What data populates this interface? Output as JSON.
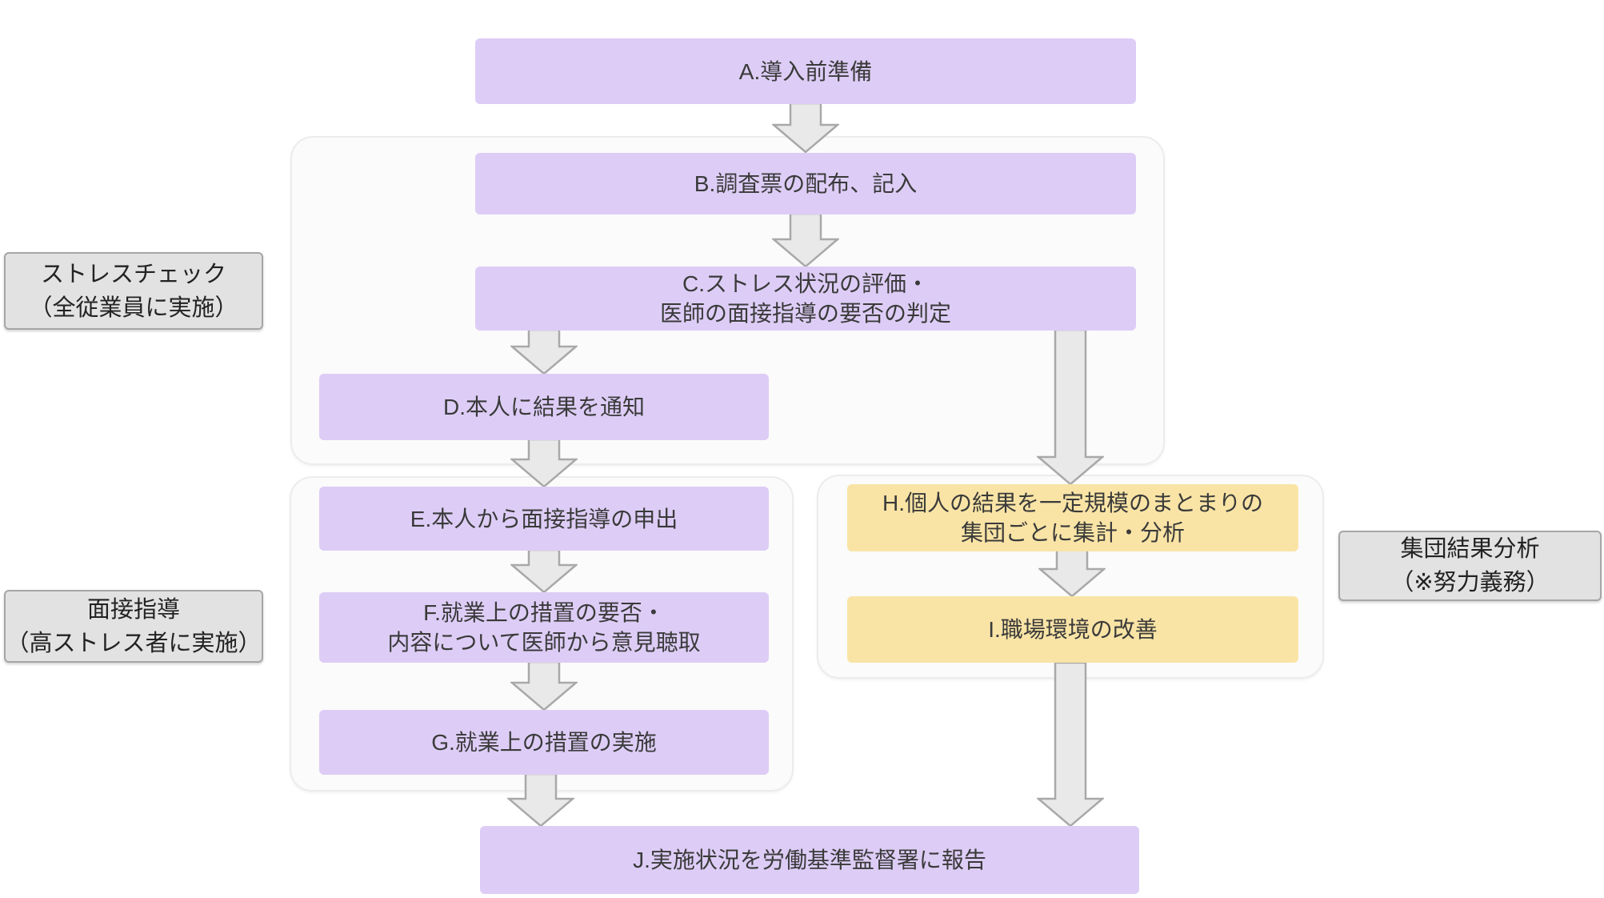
{
  "diagram": {
    "description": "Stress check implementation flowchart",
    "nodes": {
      "a": {
        "label": "A.導入前準備",
        "color": "purple"
      },
      "b": {
        "label": "B.調査票の配布、記入",
        "color": "purple"
      },
      "c": {
        "label": "C.ストレス状況の評価・\n医師の面接指導の要否の判定",
        "color": "purple"
      },
      "d": {
        "label": "D.本人に結果を通知",
        "color": "purple"
      },
      "e": {
        "label": "E.本人から面接指導の申出",
        "color": "purple"
      },
      "f": {
        "label": "F.就業上の措置の要否・\n内容について医師から意見聴取",
        "color": "purple"
      },
      "g": {
        "label": "G.就業上の措置の実施",
        "color": "purple"
      },
      "h": {
        "label": "H.個人の結果を一定規模のまとまりの\n集団ごとに集計・分析",
        "color": "yellow"
      },
      "i": {
        "label": "I.職場環境の改善",
        "color": "yellow"
      },
      "j": {
        "label": "J.実施状況を労働基準監督署に報告",
        "color": "purple"
      }
    },
    "side_labels": {
      "stress_check": {
        "label": "ストレスチェック\n（全従業員に実施）"
      },
      "interview": {
        "label": "面接指導\n（高ストレス者に実施）"
      },
      "group_analysis": {
        "label": "集団結果分析\n（※努力義務）"
      }
    },
    "edges": [
      "A→B",
      "B→C",
      "C→D",
      "D→E",
      "E→F",
      "F→G",
      "G→J",
      "C→H",
      "H→I",
      "I→J"
    ],
    "colors": {
      "node_purple": "#ddcdf6",
      "node_yellow": "#f9e4a6",
      "group_bg": "#fbfbfb",
      "group_border": "#ececec",
      "side_label_bg": "#e2e2e2",
      "side_label_border": "#a6a6a6",
      "arrow_fill": "#e9e9e9",
      "arrow_stroke": "#a9a9a9"
    }
  }
}
